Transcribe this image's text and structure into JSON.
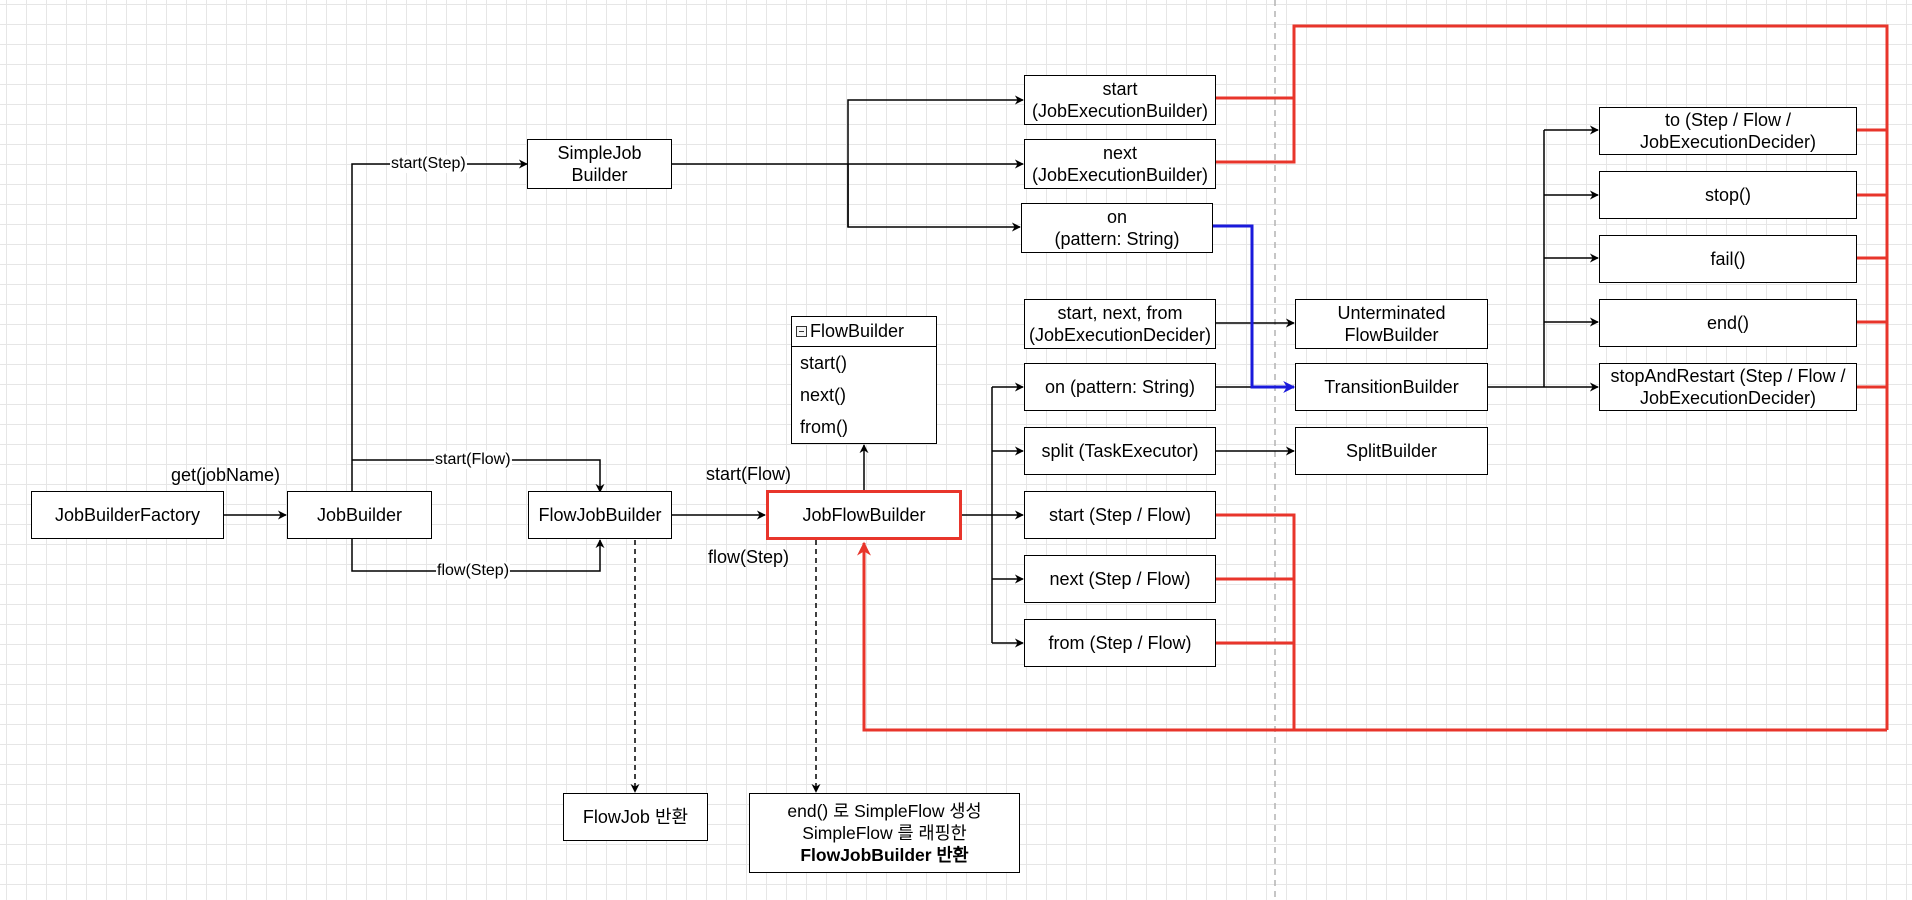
{
  "nodes": {
    "job_builder_factory": "JobBuilderFactory",
    "job_builder": "JobBuilder",
    "simple_job_builder": "SimpleJob\nBuilder",
    "flow_job_builder": "FlowJobBuilder",
    "job_flow_builder": "JobFlowBuilder",
    "flow_job_return": "FlowJob 반환",
    "simple_start": "start\n(JobExecutionBuilder)",
    "simple_next": "next\n(JobExecutionBuilder)",
    "simple_on": "on\n(pattern: String)",
    "flow_start_next_from": "start, next, from\n(JobExecutionDecider)",
    "flow_on": "on (pattern: String)",
    "flow_split": "split (TaskExecutor)",
    "flow_start": "start (Step / Flow)",
    "flow_next": "next (Step / Flow)",
    "flow_from": "from (Step / Flow)",
    "unterminated_flow_builder": "Unterminated\nFlowBuilder",
    "transition_builder": "TransitionBuilder",
    "split_builder": "SplitBuilder",
    "transition_to": "to (Step / Flow /\nJobExecutionDecider)",
    "transition_stop": "stop()",
    "transition_fail": "fail()",
    "transition_end": "end()",
    "transition_stop_and_restart": "stopAndRestart (Step / Flow /\nJobExecutionDecider)"
  },
  "flow_builder_class": {
    "title": "FlowBuilder",
    "methods": [
      "start()",
      "next()",
      "from()"
    ]
  },
  "end_note": {
    "line1": "end() 로 SimpleFlow 생성",
    "line2": "SimpleFlow 를 래핑한",
    "line3": "FlowJobBuilder 반환"
  },
  "edge_labels": {
    "get_job_name": "get(jobName)",
    "start_step": "start(Step)",
    "start_flow_upper": "start(Flow)",
    "flow_step_lower": "flow(Step)",
    "start_flow_right": "start(Flow)",
    "flow_step_right": "flow(Step)"
  },
  "colors": {
    "red_edge": "#e8352b",
    "blue_edge": "#1a1adb",
    "black_edge": "#000000",
    "grid": "#e6e6e6",
    "divider": "#b3b3b3"
  }
}
